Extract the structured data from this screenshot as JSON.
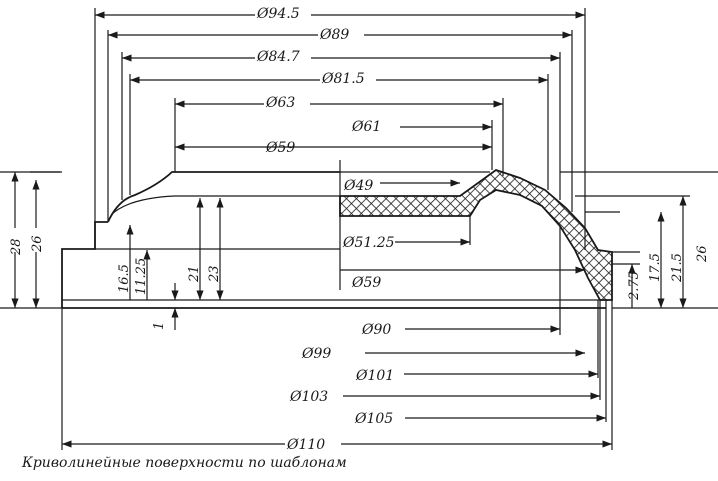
{
  "caption": "Криволинейные поверхности по шаблонам",
  "diameters": {
    "d94_5": "Ø94.5",
    "d89": "Ø89",
    "d84_7": "Ø84.7",
    "d81_5": "Ø81.5",
    "d63": "Ø63",
    "d61": "Ø61",
    "d59_top": "Ø59",
    "d49": "Ø49",
    "d51_25": "Ø51.25",
    "d59_mid": "Ø59",
    "d90": "Ø90",
    "d99": "Ø99",
    "d101": "Ø101",
    "d103": "Ø103",
    "d105": "Ø105",
    "d110": "Ø110"
  },
  "heights": {
    "h28": "28",
    "h26_left": "26",
    "h16_5": "16.5",
    "h11_25": "11.25",
    "h21": "21",
    "h23": "23",
    "h1": "1",
    "h2_75": "2.75",
    "h17_5": "17.5",
    "h21_5": "21.5",
    "h26_right": "26"
  },
  "colors": {
    "ink": "#1a1a1a",
    "hatch": "#1a1a1a",
    "paper": "#ffffff"
  }
}
